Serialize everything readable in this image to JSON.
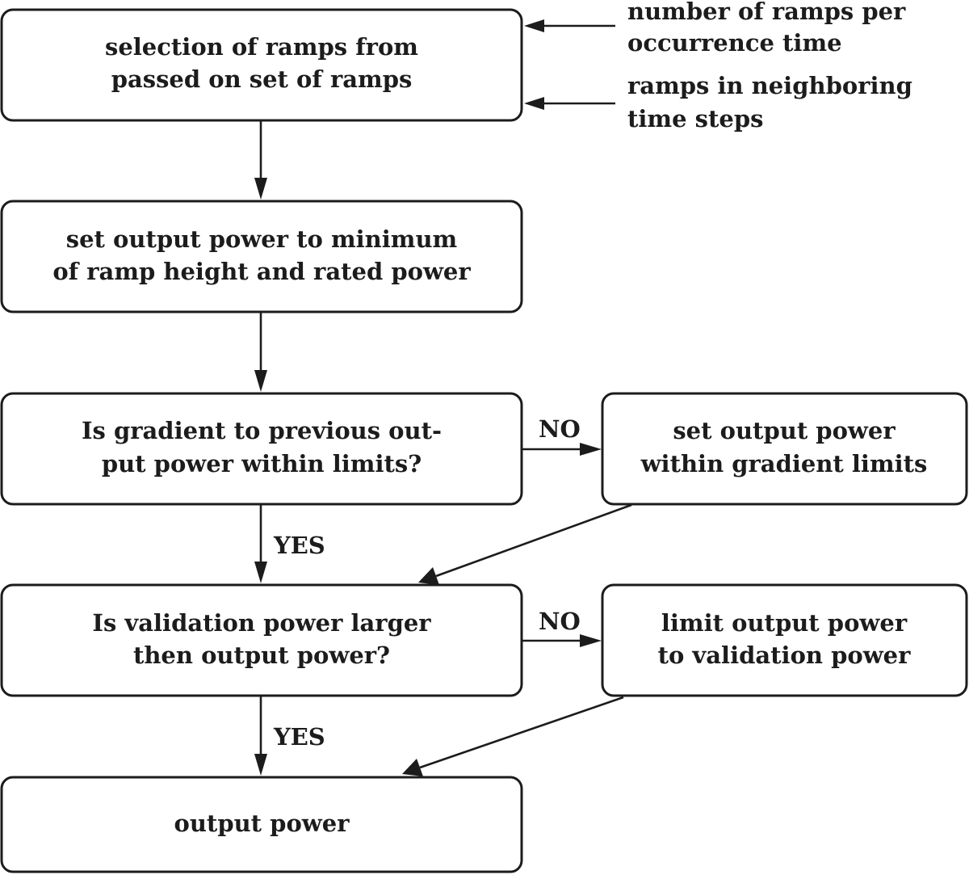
{
  "diagram": {
    "boxes": {
      "select_ramps": {
        "line1": "selection of ramps from",
        "line2": "passed on set of ramps"
      },
      "set_output": {
        "line1": "set output power to minimum",
        "line2": "of ramp height and rated power"
      },
      "gradient_check": {
        "line1": "Is gradient to previous out-",
        "line2": "put power within limits?"
      },
      "gradient_fix": {
        "line1": "set output power",
        "line2": "within gradient limits"
      },
      "validation_check": {
        "line1": "Is validation power larger",
        "line2": "then output power?"
      },
      "validation_fix": {
        "line1": "limit output power",
        "line2": "to validation power"
      },
      "output": {
        "line1": "output power"
      }
    },
    "inputs": {
      "ramps_per_time": {
        "line1": "number of ramps per",
        "line2": "occurrence time"
      },
      "neighboring": {
        "line1": "ramps in neighboring",
        "line2": "time steps"
      }
    },
    "edge_labels": {
      "no_gradient": "NO",
      "yes_gradient": "YES",
      "no_validation": "NO",
      "yes_validation": "YES"
    }
  }
}
